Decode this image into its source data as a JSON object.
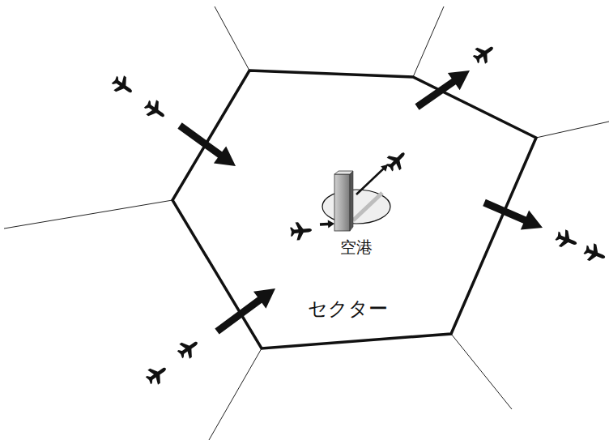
{
  "diagram": {
    "nodes": [
      {
        "text": [
          "セクター"
        ]
      },
      {
        "text": [
          "空港"
        ],
        "in": 0
      }
    ]
  }
}
